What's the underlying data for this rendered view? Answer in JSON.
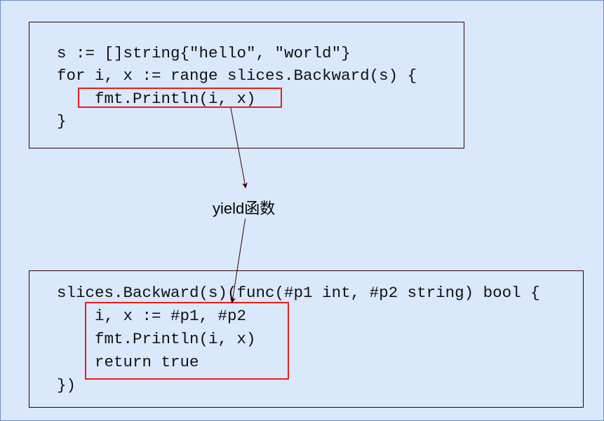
{
  "top_code": [
    "s := []string{\"hello\", \"world\"}",
    "for i, x := range slices.Backward(s) {",
    "    fmt.Println(i, x)",
    "}"
  ],
  "bottom_code": [
    "slices.Backward(s)(func(#p1 int, #p2 string) bool {",
    "    i, x := #p1, #p2",
    "    fmt.Println(i, x)",
    "    return true",
    "})"
  ],
  "arrow_label": "yield函数",
  "colors": {
    "background": "#dae8fc",
    "border": "#6c8ebf",
    "box_border": "#330000",
    "highlight": "#ee1c1c"
  }
}
